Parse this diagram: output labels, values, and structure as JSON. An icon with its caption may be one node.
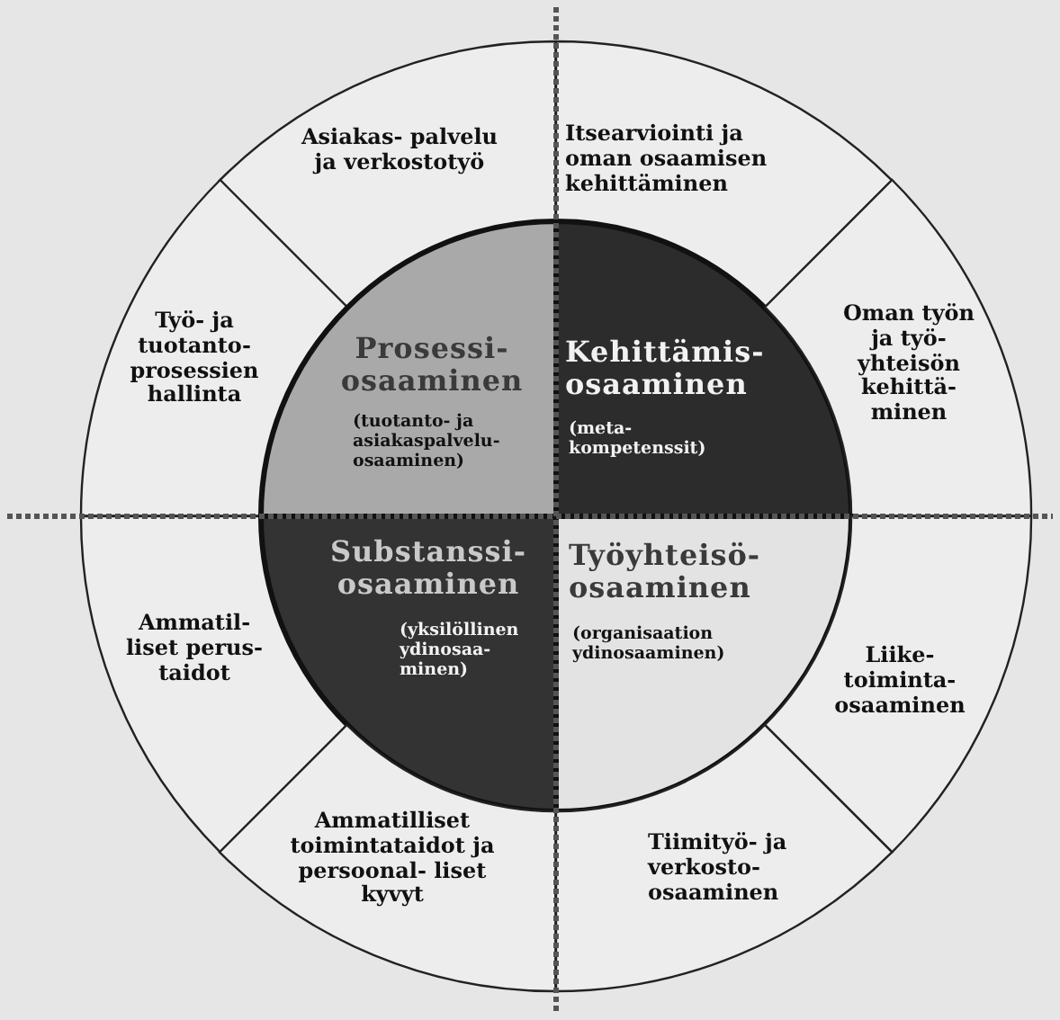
{
  "diagram": {
    "nodes": [
      {
        "text": [
          "Asiakas- palvelu ja verkostotyö"
        ]
      },
      {
        "text": [
          "Itsearviointi ja oman osaamisen kehittäminen"
        ]
      },
      {
        "text": [
          "Työ- ja tuotanto- prosessien hallinta"
        ]
      },
      {
        "text": [
          "Prosessi- osaaminen",
          "(tuotanto- ja asiakaspalvelu- osaaminen)"
        ]
      },
      {
        "text": [
          "Kehittämis- osaaminen",
          "(meta- kompetenssit)"
        ]
      },
      {
        "text": [
          "Oman työn ja työ- yhteisön kehittä- minen"
        ]
      },
      {
        "text": [
          "Ammatil- liset perus- taidot"
        ]
      },
      {
        "text": [
          "Substanssi- osaaminen",
          "(yksilöllinen ydinosaa- minen)"
        ]
      },
      {
        "text": [
          "Työyhteisö- osaaminen",
          "(organisaation ydinosaaminen)"
        ]
      },
      {
        "text": [
          "Liike- toiminta- osaaminen"
        ]
      },
      {
        "text": [
          "Ammatilliset toimintataidot ja persoonal- liset kyvyt"
        ]
      },
      {
        "text": [
          "Tiimityö- ja verkosto- osaaminen"
        ]
      }
    ],
    "edges": []
  }
}
